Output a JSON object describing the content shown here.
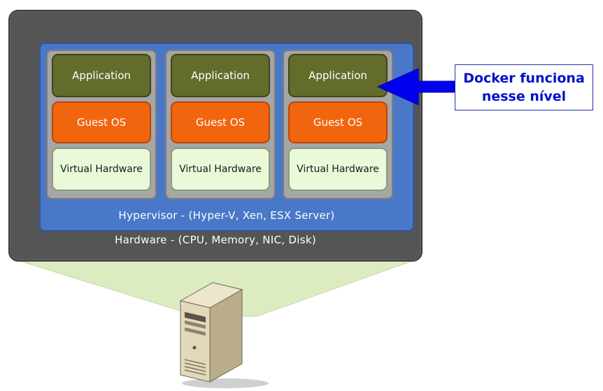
{
  "hardware": {
    "label": "Hardware - (CPU, Memory, NIC, Disk)"
  },
  "hypervisor": {
    "label": "Hypervisor - (Hyper-V, Xen, ESX Server)"
  },
  "vms": [
    {
      "application": "Application",
      "guest_os": "Guest OS",
      "virtual_hardware": "Virtual Hardware"
    },
    {
      "application": "Application",
      "guest_os": "Guest OS",
      "virtual_hardware": "Virtual Hardware"
    },
    {
      "application": "Application",
      "guest_os": "Guest OS",
      "virtual_hardware": "Virtual Hardware"
    }
  ],
  "callout": {
    "line1": "Docker funciona",
    "line2": "nesse nível"
  },
  "colors": {
    "hardware": "#555555",
    "hypervisor": "#4a78c8",
    "application": "#646c2b",
    "guest_os": "#f2650f",
    "virtual_hardware": "#eafad8",
    "callout_text": "#0011cc",
    "arrow": "#0000ee"
  }
}
